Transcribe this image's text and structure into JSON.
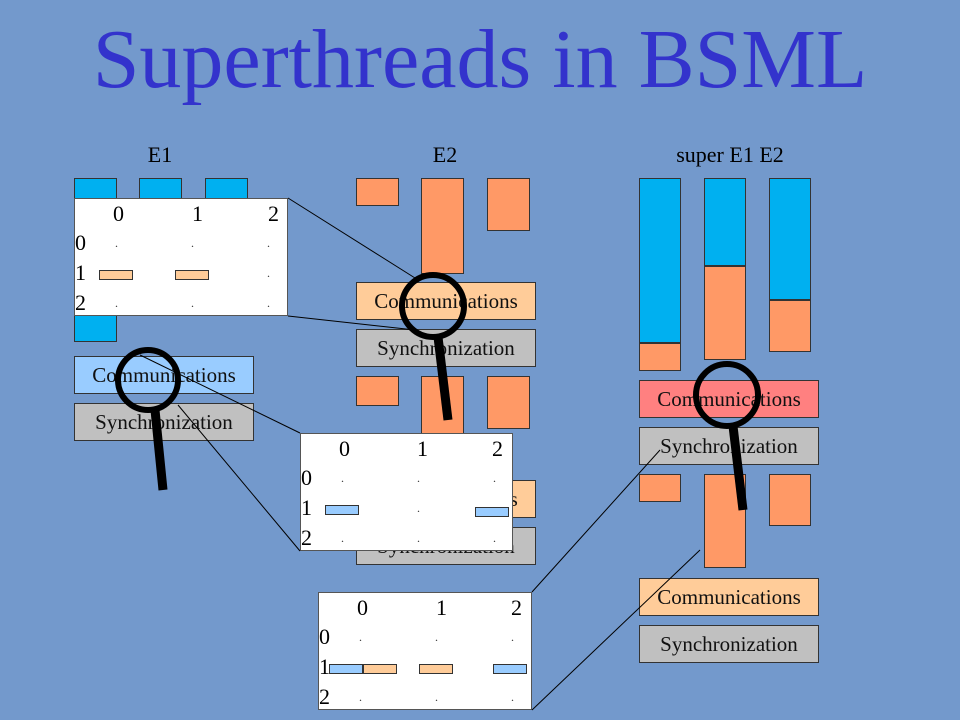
{
  "title": "Superthreads in BSML",
  "columns": {
    "e1": "E1",
    "e2": "E2",
    "super": "super E1 E2"
  },
  "labels": {
    "communications": "Communications",
    "synchronization": "Synchronization"
  },
  "matrix": {
    "col_headers": [
      "0",
      "1",
      "2"
    ],
    "row_headers": [
      "0",
      "1",
      "2"
    ],
    "dot": "."
  },
  "colors": {
    "background": "#7399cc",
    "title": "#3333cc",
    "e1_block": "#00b0f0",
    "e2_block": "#ff9966",
    "comm_e1": "#99ccff",
    "comm_e2": "#ffcc99",
    "comm_super": "#ff8080",
    "sync": "#c0c0c0"
  }
}
